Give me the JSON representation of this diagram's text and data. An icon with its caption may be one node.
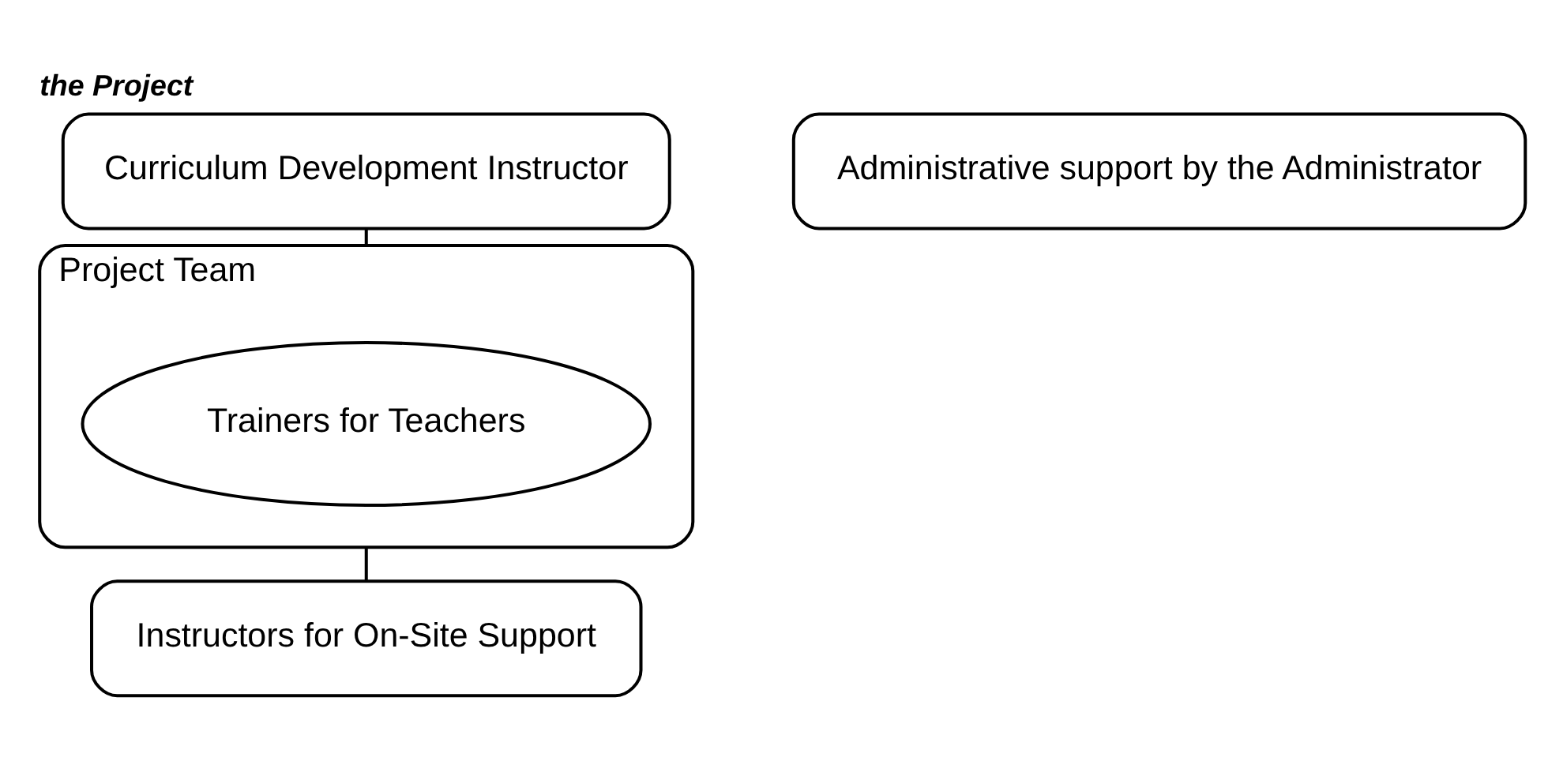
{
  "diagram": {
    "title": "the Project",
    "nodes": [
      {
        "text": [
          "Curriculum Development Instructor"
        ]
      },
      {
        "text": [
          "Project Team"
        ]
      },
      {
        "text": [
          "Trainers for Teachers"
        ],
        "in": 1
      },
      {
        "text": [
          "Instructors for On-Site Support"
        ]
      },
      {
        "text": [
          "Administrative support by the Administrator"
        ]
      }
    ],
    "edges": [
      {
        "from": 0,
        "to": 1,
        "arrow": "none"
      },
      {
        "from": 1,
        "to": 3,
        "arrow": "none"
      }
    ]
  }
}
